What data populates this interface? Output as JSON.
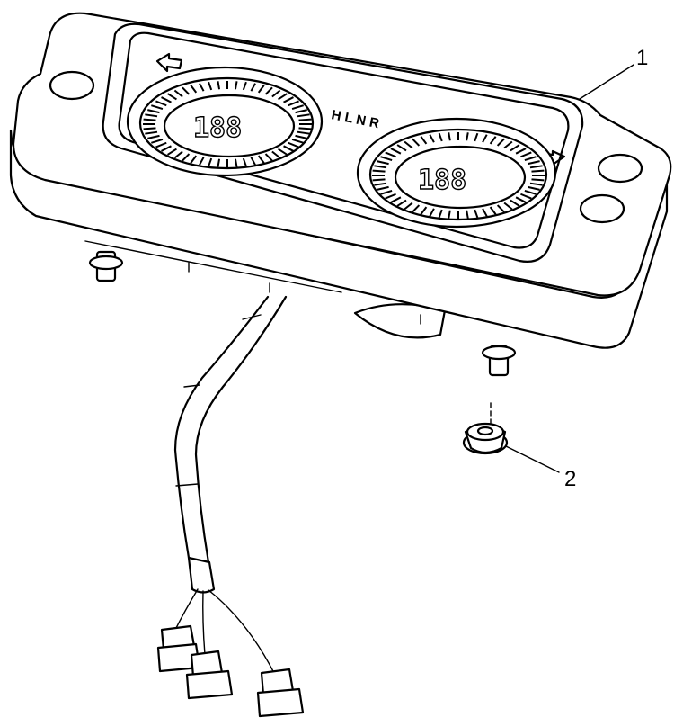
{
  "diagram": {
    "callouts": [
      "1",
      "2"
    ],
    "gear_indicator": "H L N R",
    "display_left": "188",
    "display_right": "188"
  }
}
